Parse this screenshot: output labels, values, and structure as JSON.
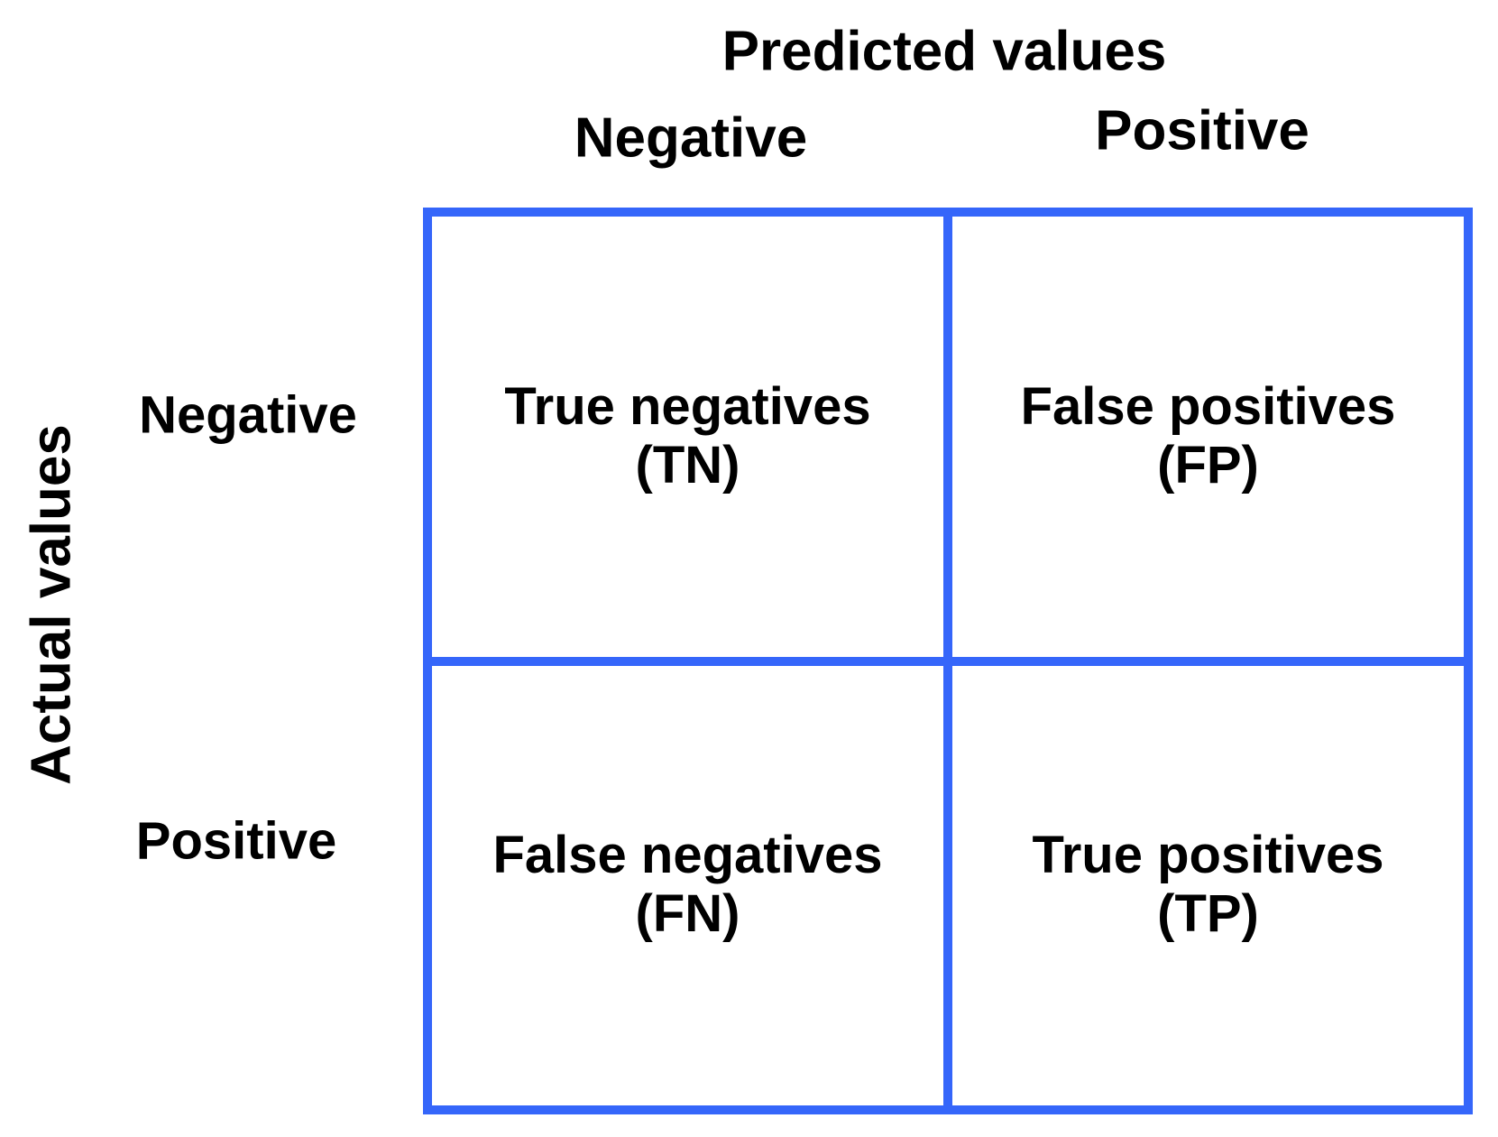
{
  "figure": {
    "type": "confusion-matrix",
    "colors": {
      "grid_border": "#3566fa",
      "text": "#000000",
      "background": "#ffffff"
    },
    "predicted_axis": {
      "label": "Predicted values",
      "negative": "Negative",
      "positive": "Positive"
    },
    "actual_axis": {
      "label": "Actual values",
      "negative": "Negative",
      "positive": "Positive"
    },
    "cells": {
      "tn": {
        "line1": "True negatives",
        "line2": "(TN)"
      },
      "fp": {
        "line1": "False positives",
        "line2": "(FP)"
      },
      "fn": {
        "line1": "False negatives",
        "line2": "(FN)"
      },
      "tp": {
        "line1": "True positives",
        "line2": "(TP)"
      }
    }
  }
}
